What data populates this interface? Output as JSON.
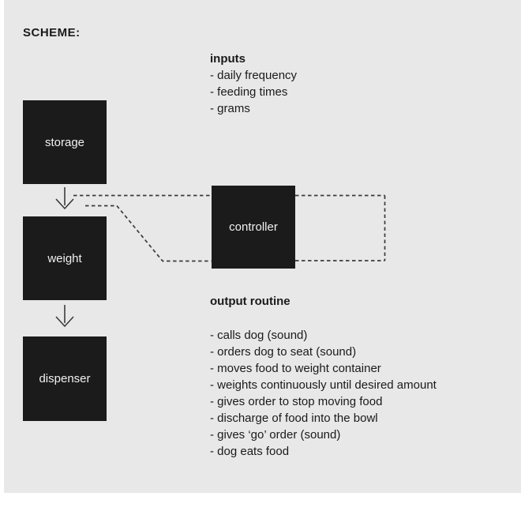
{
  "page": {
    "title": "SCHEME:"
  },
  "colors": {
    "background": "#ffffff",
    "panel": "#e8e8e8",
    "box_fill": "#1b1b1b",
    "box_text": "#f1f1f1",
    "text": "#1a1a1a",
    "connector": "#3b3b3b"
  },
  "flow": {
    "boxes": [
      {
        "id": "storage",
        "label": "storage"
      },
      {
        "id": "weight",
        "label": "weight"
      },
      {
        "id": "dispenser",
        "label": "dispenser"
      },
      {
        "id": "controller",
        "label": "controller"
      }
    ],
    "solid_arrows": [
      {
        "from": "storage",
        "to": "weight"
      },
      {
        "from": "weight",
        "to": "dispenser"
      }
    ],
    "dashed_connections": [
      {
        "from": "storage-weight-arrow",
        "to": "controller"
      },
      {
        "from": "controller",
        "to": "controller",
        "note": "loop around right side"
      }
    ]
  },
  "inputs": {
    "heading": "inputs",
    "items": [
      "- daily frequency",
      "- feeding times",
      "- grams"
    ]
  },
  "output_routine": {
    "heading": "output routine",
    "items": [
      "- calls dog (sound)",
      "- orders dog to seat (sound)",
      "- moves food to weight container",
      "- weights continuously until desired amount",
      "- gives order to stop moving food",
      "- discharge of food into the bowl",
      "- gives ‘go’ order (sound)",
      "- dog eats food"
    ]
  }
}
